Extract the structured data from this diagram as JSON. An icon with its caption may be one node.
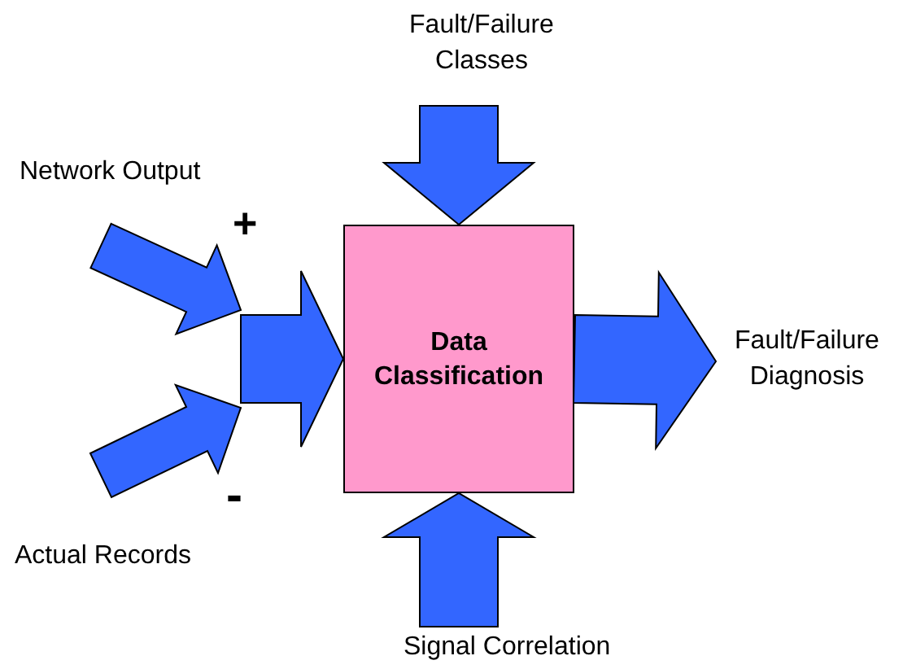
{
  "diagram": {
    "nodes": [
      {
        "text": [
          "Network Output"
        ]
      },
      {
        "text": [
          "Actual Records"
        ]
      },
      {
        "text": [
          "Fault/Failure Classes"
        ]
      },
      {
        "text": [
          "Data Classification"
        ]
      },
      {
        "text": [
          "Fault/Failure Diagnosis"
        ]
      },
      {
        "text": [
          "Signal Correlation"
        ]
      }
    ],
    "edges": [
      {
        "from": 0,
        "to": 3,
        "arrow": "to"
      },
      {
        "from": 1,
        "to": 3,
        "arrow": "to"
      },
      {
        "from": 2,
        "to": 3,
        "arrow": "to"
      },
      {
        "from": 5,
        "to": 3,
        "arrow": "to"
      },
      {
        "from": 3,
        "to": 4,
        "arrow": "to"
      }
    ],
    "labels": [
      "+",
      "-"
    ]
  }
}
